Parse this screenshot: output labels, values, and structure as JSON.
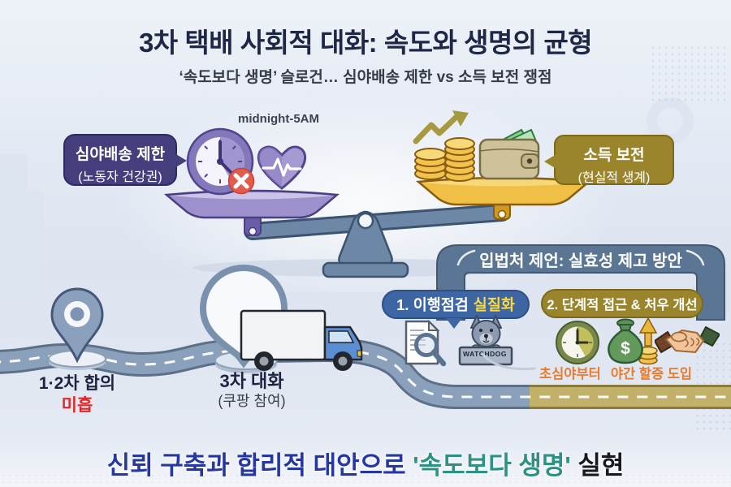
{
  "header": {
    "title": "3차 택배 사회적 대화: 속도와 생명의 균형",
    "subtitle": "‘속도보다 생명’ 슬로건… 심야배송 제한 vs 소득 보전 쟁점"
  },
  "balance": {
    "time_range": "midnight-5AM",
    "left_bubble": {
      "title": "심야배송 제한",
      "subtitle": "(노동자 건강권)"
    },
    "right_bubble": {
      "title": "소득 보전",
      "subtitle": "(현실적 생계)"
    },
    "left_icons": [
      "clock-restricted-icon",
      "heart-pulse-icon"
    ],
    "right_icons": [
      "rising-coins-icon",
      "wallet-cash-icon"
    ]
  },
  "timeline": {
    "milestone1": {
      "title": "1·2차 합의",
      "status": "미흡"
    },
    "milestone2": {
      "title": "3차 대화",
      "subtitle": "(쿠팡 참여)"
    }
  },
  "proposal": {
    "header": "입법처 제언: 실효성 제고 방안",
    "item1": {
      "text": "1. 이행점검",
      "highlight": "실질화"
    },
    "watchdog": "WATCHDOG",
    "item2": {
      "text": "2. 단계적 접근 & 처우 개선"
    },
    "note1": "초심야부터",
    "note2": "야간 할증 도입"
  },
  "footer": {
    "lead": "신뢰 구축과 합리적 대안으로 ",
    "highlight": "'속도보다 생명'",
    "tail": " 실현"
  },
  "icons": {
    "dollar": "$"
  },
  "colors": {
    "accent_navy": "#453e7d",
    "accent_olive": "#9b852c",
    "accent_blue": "#3d66a3",
    "highlight_yellow": "#ffd83b",
    "alert_red": "#e02828",
    "note_orange": "#e87c2e",
    "footer_blue": "#2638a0",
    "footer_teal": "#2e9184",
    "road_blue": "#8ba0bb",
    "road_gold": "#c2b169"
  }
}
